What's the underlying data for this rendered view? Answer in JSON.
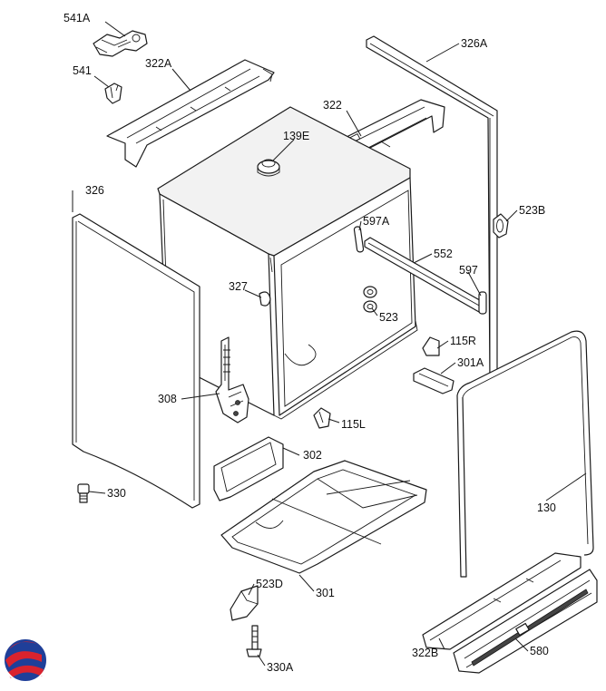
{
  "callouts": [
    {
      "id": "541A",
      "text": "541A"
    },
    {
      "id": "541",
      "text": "541"
    },
    {
      "id": "322A",
      "text": "322A"
    },
    {
      "id": "326A",
      "text": "326A"
    },
    {
      "id": "322",
      "text": "322"
    },
    {
      "id": "139E",
      "text": "139E"
    },
    {
      "id": "326",
      "text": "326"
    },
    {
      "id": "523B",
      "text": "523B"
    },
    {
      "id": "597A",
      "text": "597A"
    },
    {
      "id": "552",
      "text": "552"
    },
    {
      "id": "597",
      "text": "597"
    },
    {
      "id": "327",
      "text": "327"
    },
    {
      "id": "523",
      "text": "523"
    },
    {
      "id": "115R",
      "text": "115R"
    },
    {
      "id": "301A",
      "text": "301A"
    },
    {
      "id": "308",
      "text": "308"
    },
    {
      "id": "115L",
      "text": "115L"
    },
    {
      "id": "302",
      "text": "302"
    },
    {
      "id": "330",
      "text": "330"
    },
    {
      "id": "130",
      "text": "130"
    },
    {
      "id": "301",
      "text": "301"
    },
    {
      "id": "523D",
      "text": "523D"
    },
    {
      "id": "322B",
      "text": "322B"
    },
    {
      "id": "580",
      "text": "580"
    },
    {
      "id": "330A",
      "text": "330A"
    }
  ],
  "colors": {
    "line": "#1a1a1a",
    "logo_red": "#d9232e",
    "logo_blue": "#1f3f99"
  }
}
